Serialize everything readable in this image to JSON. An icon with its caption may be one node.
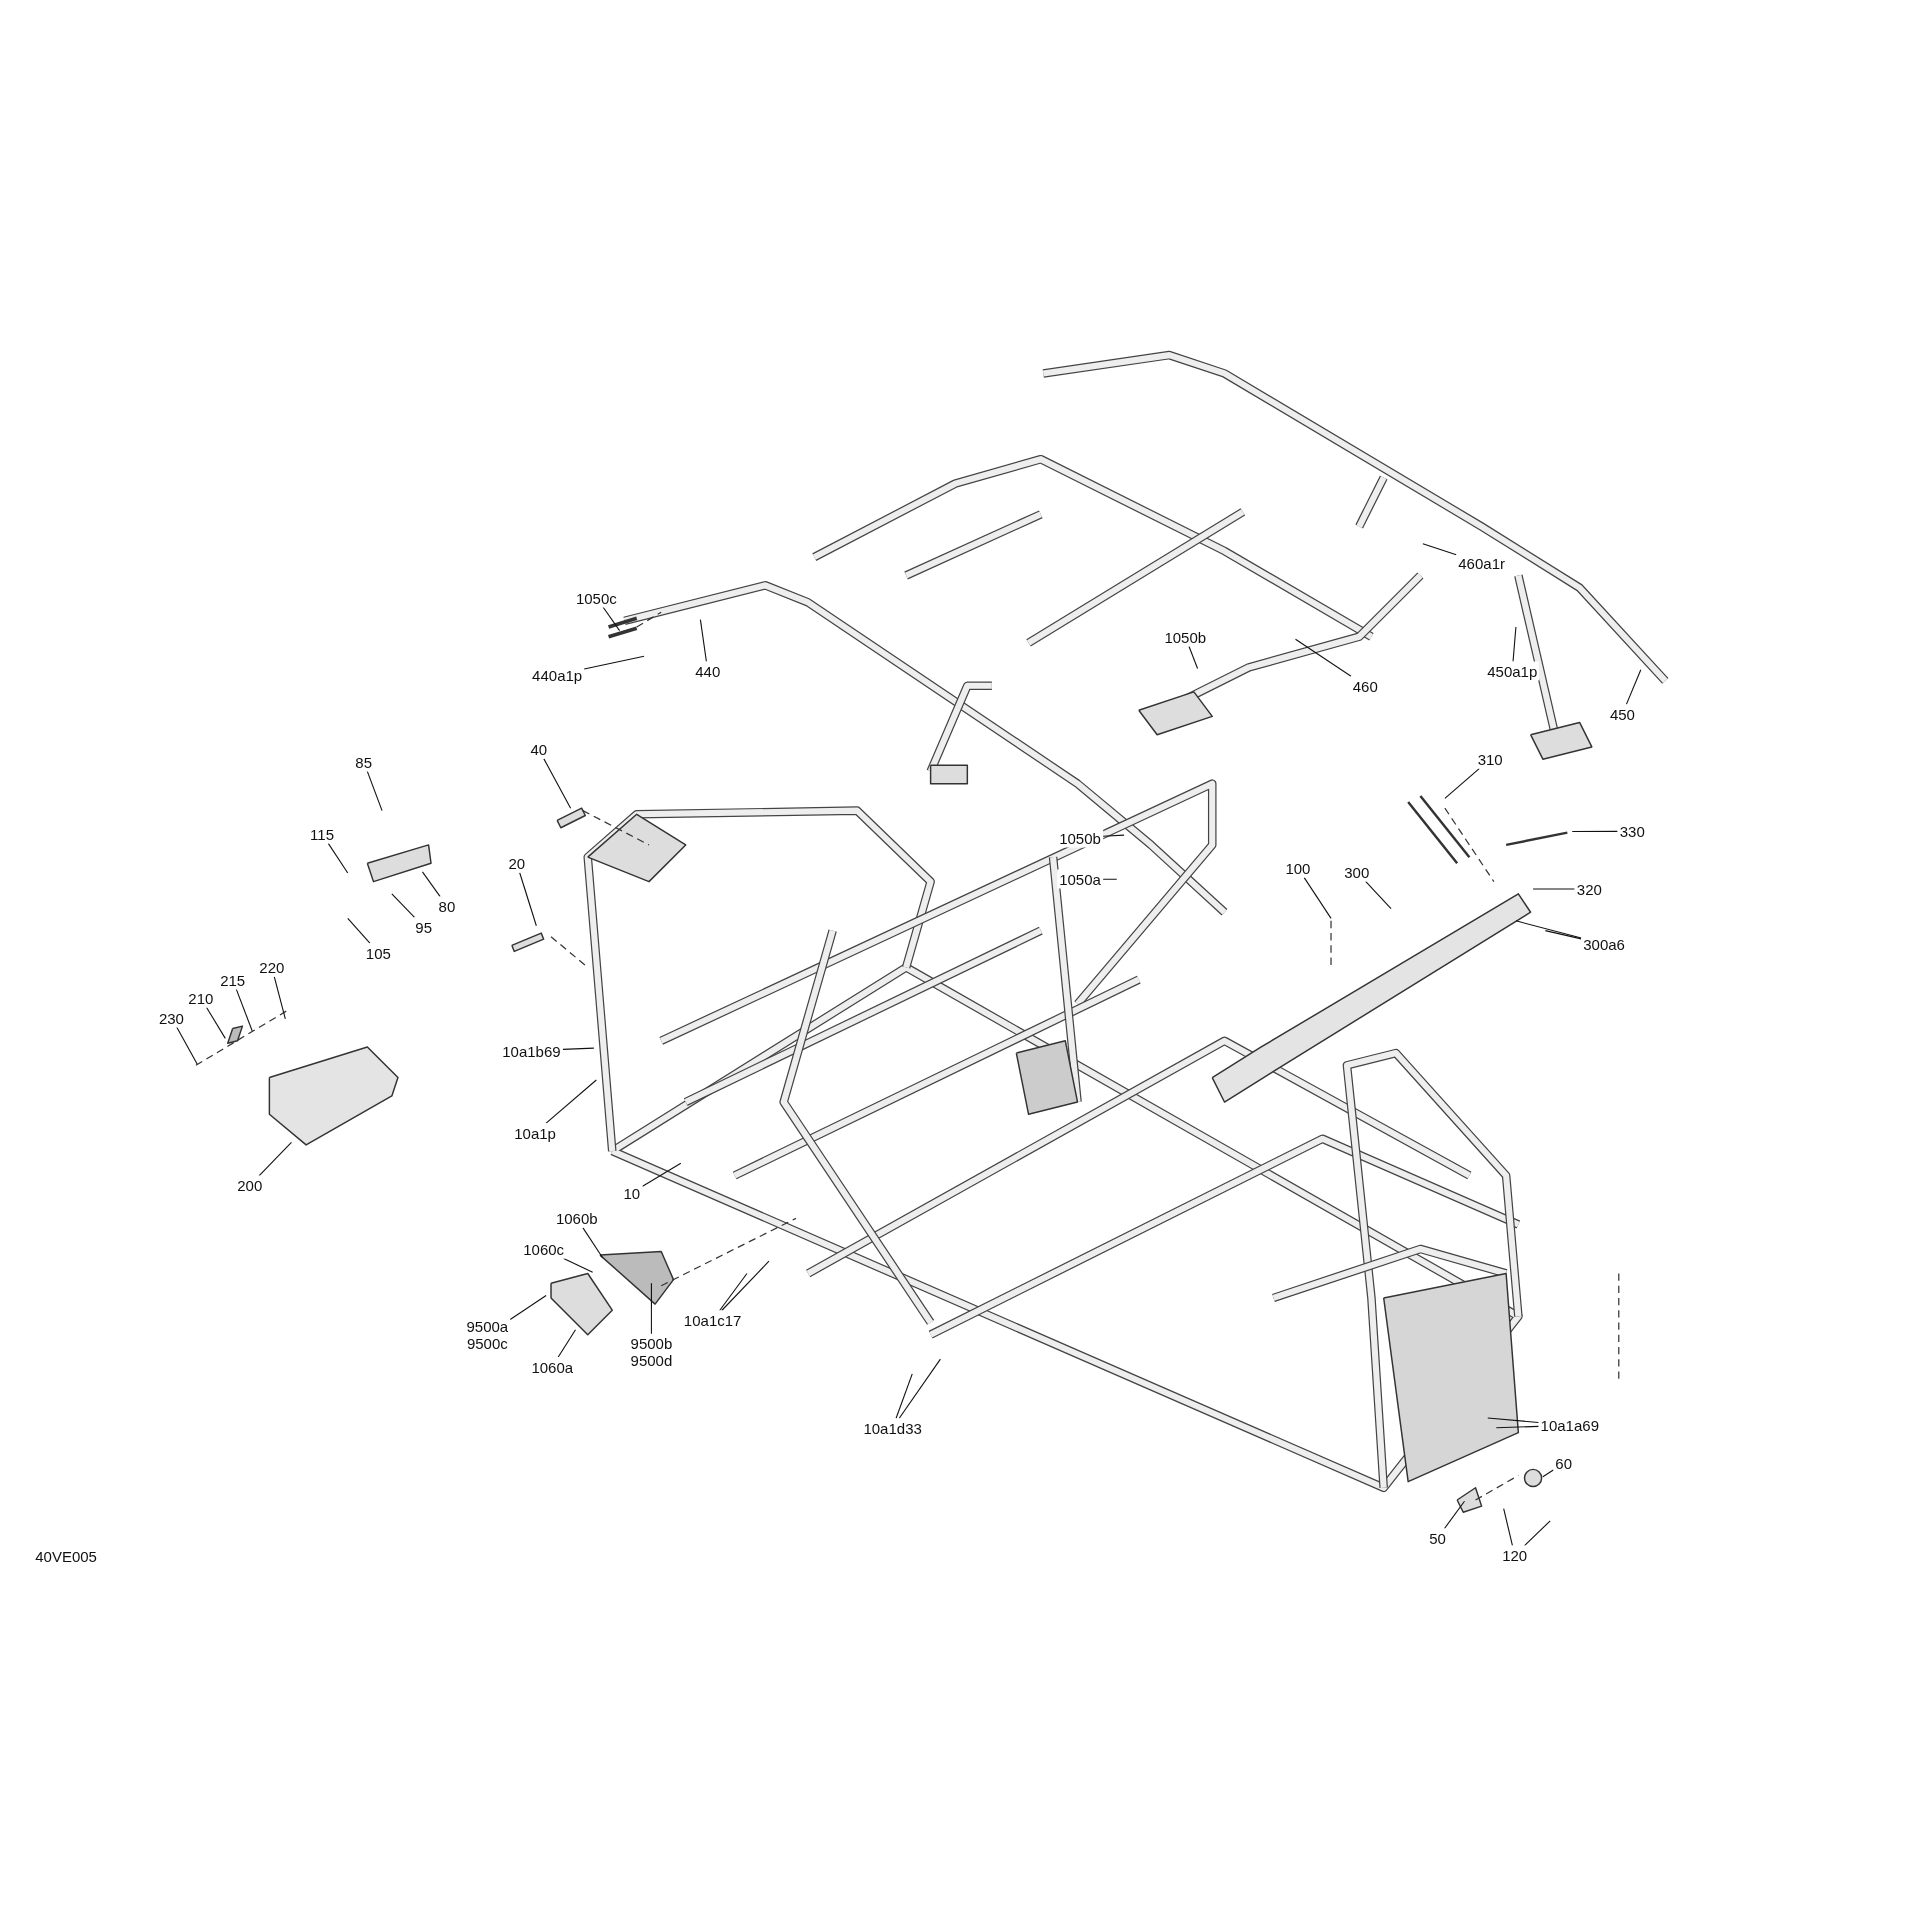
{
  "diagram": {
    "nodes": [
      {
        "text": [
          "1050c"
        ]
      },
      {
        "text": [
          "440a1p"
        ]
      },
      {
        "text": [
          "440"
        ]
      },
      {
        "text": [
          "460"
        ]
      },
      {
        "text": [
          "1050b"
        ]
      },
      {
        "text": [
          "460a1r"
        ]
      },
      {
        "text": [
          "450a1p"
        ]
      },
      {
        "text": [
          "450"
        ]
      },
      {
        "text": [
          "40"
        ]
      },
      {
        "text": [
          "85"
        ]
      },
      {
        "text": [
          "115"
        ]
      },
      {
        "text": [
          "80"
        ]
      },
      {
        "text": [
          "95"
        ]
      },
      {
        "text": [
          "105"
        ]
      },
      {
        "text": [
          "20"
        ]
      },
      {
        "text": [
          "220"
        ]
      },
      {
        "text": [
          "215"
        ]
      },
      {
        "text": [
          "210"
        ]
      },
      {
        "text": [
          "230"
        ]
      },
      {
        "text": [
          "200"
        ]
      },
      {
        "text": [
          "1050b"
        ]
      },
      {
        "text": [
          "1050a"
        ]
      },
      {
        "text": [
          "310"
        ]
      },
      {
        "text": [
          "330"
        ]
      },
      {
        "text": [
          "320"
        ]
      },
      {
        "text": [
          "100"
        ]
      },
      {
        "text": [
          "300"
        ]
      },
      {
        "text": [
          "300a6"
        ]
      },
      {
        "text": [
          "10a1b69"
        ]
      },
      {
        "text": [
          "10a1p"
        ]
      },
      {
        "text": [
          "10"
        ]
      },
      {
        "text": [
          "1060b"
        ]
      },
      {
        "text": [
          "1060c"
        ]
      },
      {
        "text": [
          "9500a",
          "9500c"
        ]
      },
      {
        "text": [
          "9500b",
          "9500d"
        ]
      },
      {
        "text": [
          "1060a"
        ]
      },
      {
        "text": [
          "10a1c17"
        ]
      },
      {
        "text": [
          "10a1d33"
        ]
      },
      {
        "text": [
          "10a1a69"
        ]
      },
      {
        "text": [
          "60"
        ]
      },
      {
        "text": [
          "50"
        ]
      },
      {
        "text": [
          "120"
        ]
      }
    ],
    "edges": [
      {
        "from": 0,
        "to": null,
        "arrow": "none"
      },
      {
        "from": 1,
        "to": null,
        "arrow": "none"
      },
      {
        "from": 2,
        "to": null,
        "arrow": "none"
      },
      {
        "from": 3,
        "to": null,
        "arrow": "none"
      },
      {
        "from": 4,
        "to": null,
        "arrow": "none"
      },
      {
        "from": 5,
        "to": null,
        "arrow": "none"
      },
      {
        "from": 6,
        "to": null,
        "arrow": "none"
      },
      {
        "from": 7,
        "to": null,
        "arrow": "none"
      },
      {
        "from": 8,
        "to": null,
        "arrow": "none"
      },
      {
        "from": 9,
        "to": null,
        "arrow": "none"
      },
      {
        "from": 10,
        "to": null,
        "arrow": "none"
      },
      {
        "from": 11,
        "to": null,
        "arrow": "none"
      },
      {
        "from": 12,
        "to": null,
        "arrow": "none"
      },
      {
        "from": 13,
        "to": null,
        "arrow": "none"
      },
      {
        "from": 14,
        "to": null,
        "arrow": "none"
      },
      {
        "from": 15,
        "to": null,
        "arrow": "none"
      },
      {
        "from": 16,
        "to": null,
        "arrow": "none"
      },
      {
        "from": 17,
        "to": null,
        "arrow": "none"
      },
      {
        "from": 18,
        "to": null,
        "arrow": "none"
      },
      {
        "from": 19,
        "to": null,
        "arrow": "none"
      },
      {
        "from": 20,
        "to": null,
        "arrow": "none"
      },
      {
        "from": 21,
        "to": null,
        "arrow": "none"
      },
      {
        "from": 22,
        "to": null,
        "arrow": "none"
      },
      {
        "from": 23,
        "to": null,
        "arrow": "none"
      },
      {
        "from": 24,
        "to": null,
        "arrow": "none"
      },
      {
        "from": 25,
        "to": null,
        "arrow": "none"
      },
      {
        "from": 26,
        "to": null,
        "arrow": "none"
      },
      {
        "from": 27,
        "to": null,
        "arrow": "none"
      },
      {
        "from": 27,
        "to": null,
        "arrow": "none"
      },
      {
        "from": 28,
        "to": null,
        "arrow": "none"
      },
      {
        "from": 29,
        "to": null,
        "arrow": "none"
      },
      {
        "from": 30,
        "to": null,
        "arrow": "none"
      },
      {
        "from": 31,
        "to": null,
        "arrow": "none"
      },
      {
        "from": 32,
        "to": null,
        "arrow": "none"
      },
      {
        "from": 33,
        "to": null,
        "arrow": "none"
      },
      {
        "from": 34,
        "to": null,
        "arrow": "none"
      },
      {
        "from": 35,
        "to": null,
        "arrow": "none"
      },
      {
        "from": 36,
        "to": null,
        "arrow": "none"
      },
      {
        "from": 36,
        "to": null,
        "arrow": "none"
      },
      {
        "from": 37,
        "to": null,
        "arrow": "none"
      },
      {
        "from": 37,
        "to": null,
        "arrow": "none"
      },
      {
        "from": 38,
        "to": null,
        "arrow": "none"
      },
      {
        "from": 38,
        "to": null,
        "arrow": "none"
      },
      {
        "from": 39,
        "to": null,
        "arrow": "none"
      },
      {
        "from": 40,
        "to": null,
        "arrow": "none"
      },
      {
        "from": 41,
        "to": null,
        "arrow": "none"
      },
      {
        "from": 41,
        "to": null,
        "arrow": "none"
      }
    ],
    "labels": [
      "40VE005"
    ]
  }
}
